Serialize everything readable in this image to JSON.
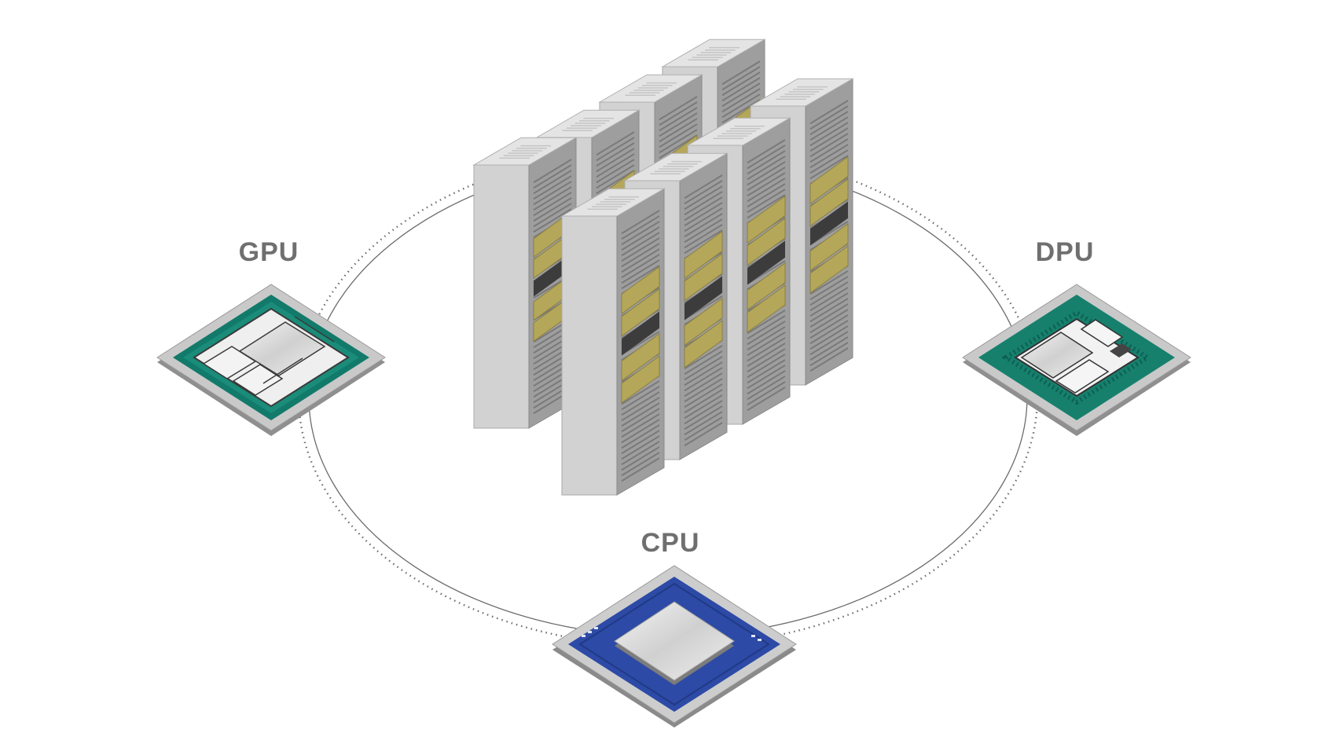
{
  "nodes": {
    "gpu": {
      "label": "GPU",
      "icon": "gpu-chip-icon",
      "color": "#127a6a"
    },
    "dpu": {
      "label": "DPU",
      "icon": "dpu-chip-icon",
      "color": "#16806d"
    },
    "cpu": {
      "label": "CPU",
      "icon": "cpu-chip-icon",
      "color": "#2d4aa6"
    }
  },
  "center": {
    "icon": "server-rack-icon",
    "rack_accent": "#b5a75a"
  },
  "colors": {
    "label": "#6f6f6f",
    "ring": "#7a7a7a",
    "rack": "#cfcfcf",
    "heatsink": "#dcdcdc"
  }
}
